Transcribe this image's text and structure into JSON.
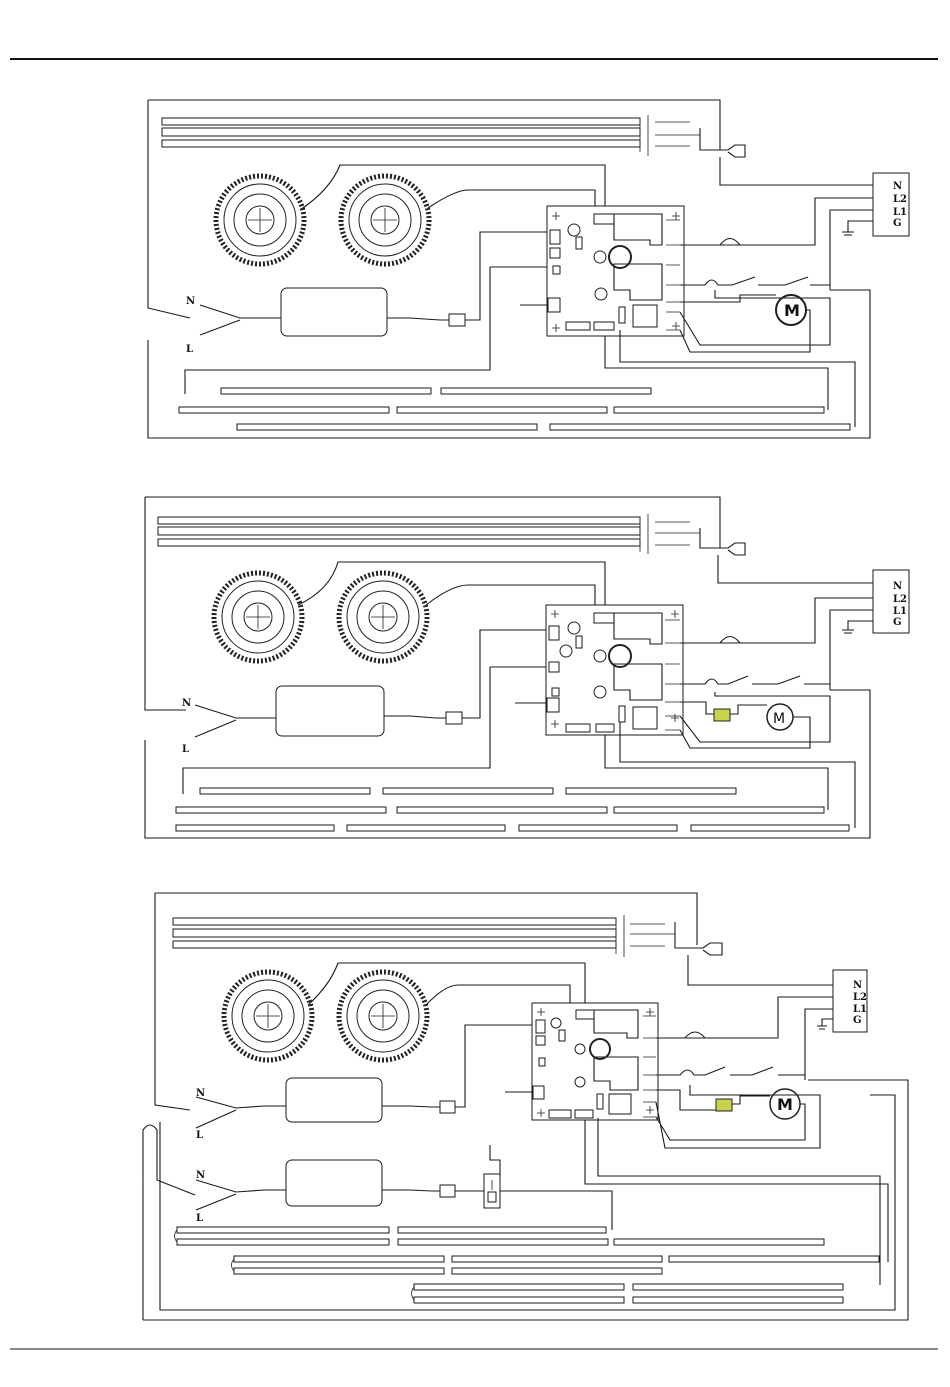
{
  "page": {
    "background": "#ffffff",
    "ink": "#1a1a1a"
  },
  "diagrams": [
    {
      "terminal_labels": [
        "N",
        "L2",
        "L1",
        "G"
      ],
      "cord_labels": [
        "N",
        "L"
      ],
      "motor_label": "M",
      "has_thermal_fuse": false
    },
    {
      "terminal_labels": [
        "N",
        "L2",
        "L1",
        "G"
      ],
      "cord_labels": [
        "N",
        "L"
      ],
      "motor_label": "M",
      "has_thermal_fuse": true
    },
    {
      "terminal_labels": [
        "N",
        "L2",
        "L1",
        "G"
      ],
      "cord_labels": [
        "N",
        "L",
        "N",
        "L"
      ],
      "motor_label": "M",
      "has_thermal_fuse": true
    }
  ],
  "colors": {
    "fuse": "#c8d24a",
    "line": "#1a1a1a"
  }
}
